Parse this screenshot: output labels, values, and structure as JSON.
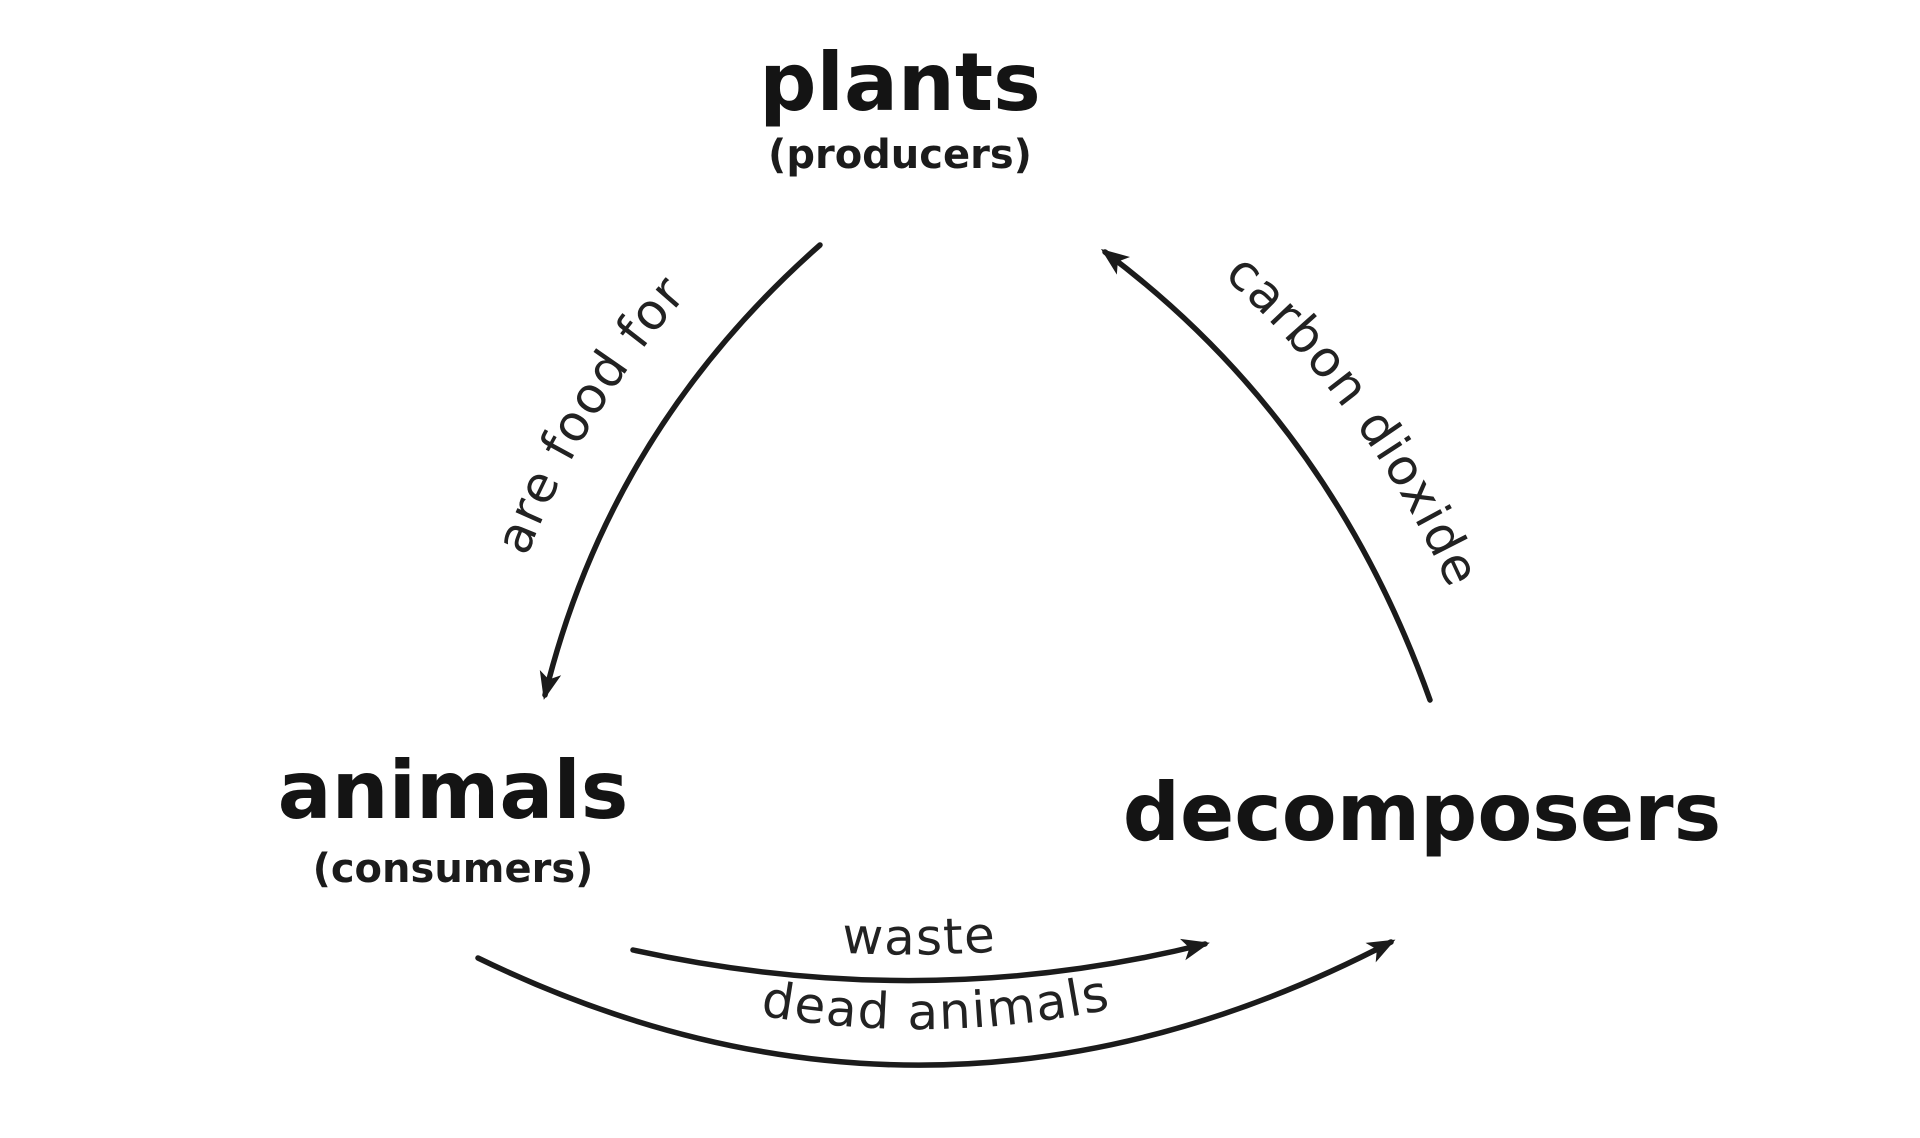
{
  "diagram": {
    "title": "carbon-and-food cycle between plants, animals and decomposers",
    "colors": {
      "background": "#ffffff",
      "ink": "#1b1b1b",
      "label_ink": "#222222"
    },
    "nodes": {
      "plants": {
        "label": "plants",
        "sublabel": "(producers)"
      },
      "animals": {
        "label": "animals",
        "sublabel": "(consumers)"
      },
      "decomposers": {
        "label": "decomposers"
      }
    },
    "edges": {
      "plants_to_animals": {
        "label": "are food for",
        "from": "plants",
        "to": "animals"
      },
      "decomposers_to_plants": {
        "label": "carbon dioxide",
        "from": "decomposers",
        "to": "plants"
      },
      "animals_to_decomposers_waste": {
        "label": "waste",
        "from": "animals",
        "to": "decomposers"
      },
      "animals_to_decomposers_dead": {
        "label": "dead animals",
        "from": "animals",
        "to": "decomposers"
      }
    }
  }
}
